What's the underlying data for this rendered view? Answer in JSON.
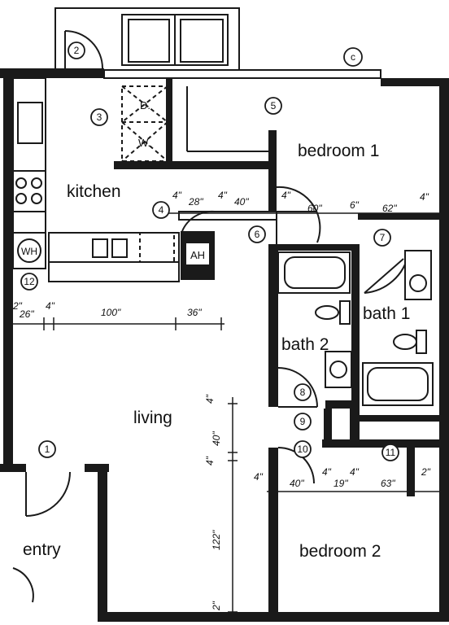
{
  "rooms": {
    "bedroom1": "bedroom 1",
    "kitchen": "kitchen",
    "bath1": "bath 1",
    "bath2": "bath 2",
    "living": "living",
    "entry": "entry",
    "bedroom2": "bedroom 2"
  },
  "fixtures": {
    "dryer": "D.",
    "washer": "W.",
    "air_handler": "AH",
    "water_heater": "WH"
  },
  "tags": {
    "c": "c",
    "t1": "1",
    "t2": "2",
    "t3": "3",
    "t4": "4",
    "t5": "5",
    "t6": "6",
    "t7": "7",
    "t8": "8",
    "t9": "9",
    "t10": "10",
    "t11": "11",
    "t12": "12"
  },
  "dimensions": {
    "top_row": [
      "4\"",
      "28\"",
      "4\"",
      "40\"",
      "4\"",
      "60\"",
      "6\"",
      "62\"",
      "4\""
    ],
    "mid_row": [
      "2\"",
      "26\"",
      "4\"",
      "100\"",
      "36\""
    ],
    "bottom_row": [
      "4\"",
      "40\"",
      "4\"",
      "19\"",
      "4\"",
      "63\"",
      "2\""
    ],
    "vertical": [
      "4\"",
      "40\"",
      "4\"",
      "122\"",
      "2\""
    ]
  }
}
